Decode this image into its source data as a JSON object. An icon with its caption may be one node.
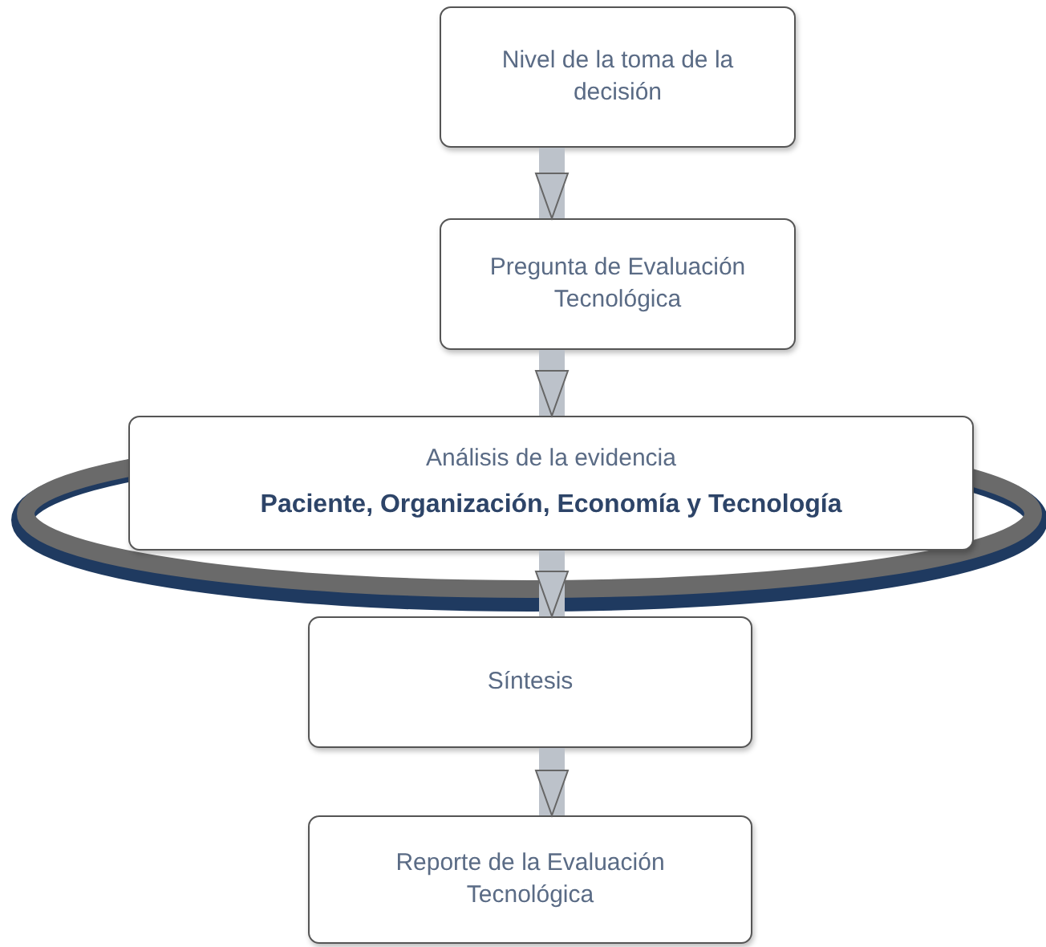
{
  "diagram": {
    "nodes": [
      {
        "text": [
          "Nivel de la toma de la decisión"
        ]
      },
      {
        "text": [
          "Pregunta de Evaluación Tecnológica"
        ]
      },
      {
        "text": [
          "Análisis de la evidencia",
          "Paciente, Organización, Economía y Tecnología"
        ]
      },
      {
        "text": [
          "Síntesis"
        ]
      },
      {
        "text": [
          "Reporte de la Evaluación Tecnológica"
        ]
      }
    ],
    "edges": [
      {
        "from": 0,
        "to": 1,
        "arrow": "to"
      },
      {
        "from": 1,
        "to": 2,
        "arrow": "to"
      },
      {
        "from": 2,
        "to": 3,
        "arrow": "to"
      },
      {
        "from": 3,
        "to": 4,
        "arrow": "to"
      }
    ]
  }
}
